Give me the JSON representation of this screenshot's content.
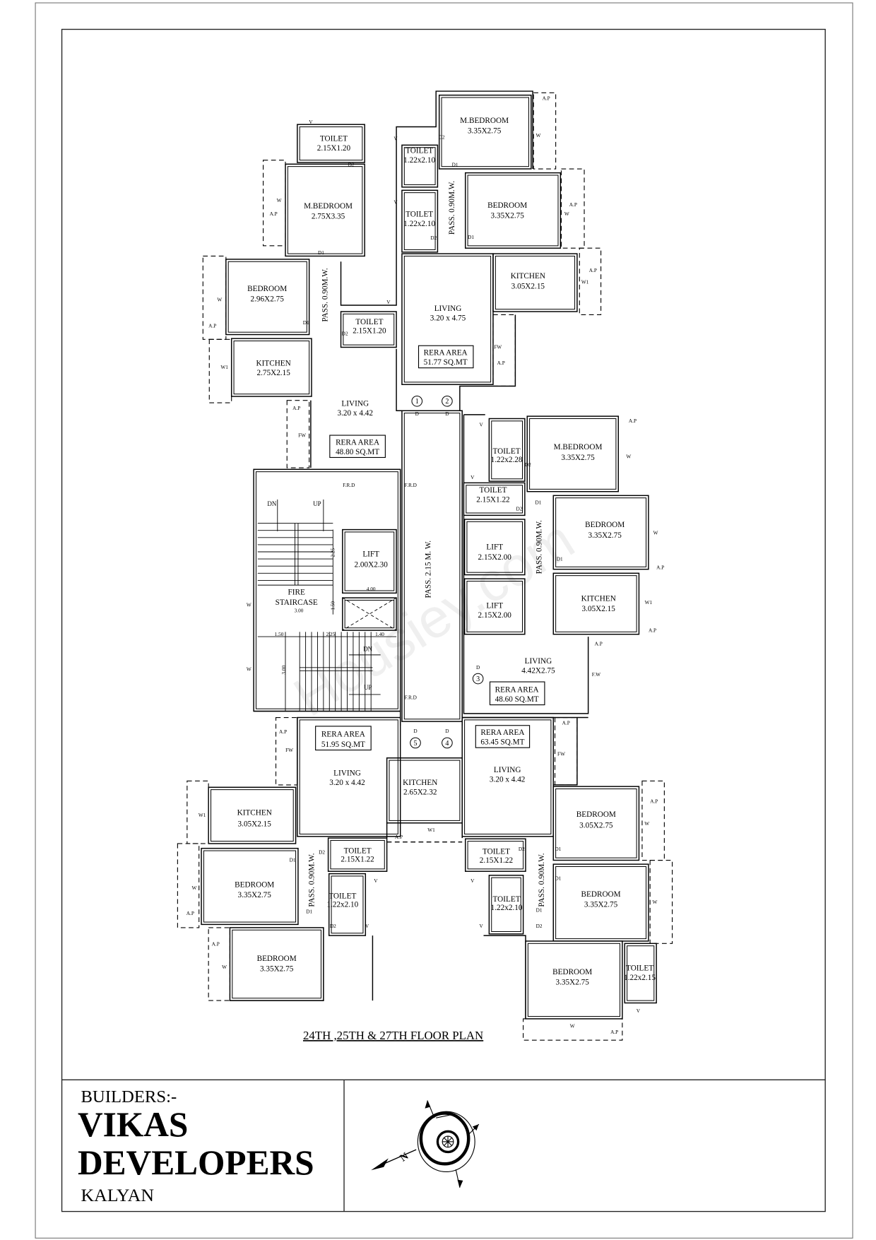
{
  "floor_title": "24TH ,25TH & 27TH FLOOR PLAN",
  "builders_label": "BUILDERS:-",
  "builder_name_line1": "VIKAS",
  "builder_name_line2": "DEVELOPERS",
  "builder_city": "KALYAN",
  "watermark": "Housiey.com",
  "compass": {
    "north": "N"
  },
  "marks": {
    "window": "W",
    "window1": "W1",
    "vent": "V",
    "door": "D",
    "door1": "D1",
    "door2": "D2",
    "ap": "A.P",
    "fw": "FW",
    "fw_alt": "F.W",
    "frd": "F.R.D",
    "passage": "PASS. 0.90M.W.",
    "rera_label": "RERA AREA"
  },
  "units": [
    {
      "number": "1",
      "rera": "48.80 SQ.MT",
      "rooms": [
        {
          "name": "TOILET",
          "size": "2.15X1.20"
        },
        {
          "name": "M.BEDROOM",
          "size": "2.75X3.35"
        },
        {
          "name": "BEDROOM",
          "size": "2.96X2.75"
        },
        {
          "name": "KITCHEN",
          "size": "2.75X2.15"
        },
        {
          "name": "TOILET",
          "size": "2.15X1.20"
        },
        {
          "name": "LIVING",
          "size": "3.20 x 4.42"
        }
      ]
    },
    {
      "number": "2",
      "rera": "51.77 SQ.MT",
      "rooms": [
        {
          "name": "M.BEDROOM",
          "size": "3.35X2.75"
        },
        {
          "name": "TOILET",
          "size": "1.22x2.10"
        },
        {
          "name": "TOILET",
          "size": "1.22x2.10"
        },
        {
          "name": "BEDROOM",
          "size": "3.35X2.75"
        },
        {
          "name": "KITCHEN",
          "size": "3.05X2.15"
        },
        {
          "name": "LIVING",
          "size": "3.20 x 4.75"
        }
      ]
    },
    {
      "number": "3",
      "rera": "48.60 SQ.MT",
      "rooms": [
        {
          "name": "TOILET",
          "size": "1.22x2.28"
        },
        {
          "name": "M.BEDROOM",
          "size": "3.35X2.75"
        },
        {
          "name": "TOILET",
          "size": "2.15X1.22"
        },
        {
          "name": "BEDROOM",
          "size": "3.35X2.75"
        },
        {
          "name": "KITCHEN",
          "size": "3.05X2.15"
        },
        {
          "name": "LIVING",
          "size": "4.42X2.75"
        }
      ]
    },
    {
      "number": "4",
      "rera": "63.45 SQ.MT",
      "rooms": [
        {
          "name": "KITCHEN",
          "size": "2.65X2.32"
        },
        {
          "name": "LIVING",
          "size": "3.20 x 4.42"
        },
        {
          "name": "TOILET",
          "size": "2.15X1.22"
        },
        {
          "name": "TOILET",
          "size": "1.22x2.10"
        },
        {
          "name": "BEDROOM",
          "size": "3.05X2.75"
        },
        {
          "name": "BEDROOM",
          "size": "3.35X2.75"
        },
        {
          "name": "BEDROOM",
          "size": "3.35X2.75"
        },
        {
          "name": "TOILET",
          "size": "1.22x2.15"
        }
      ]
    },
    {
      "number": "5",
      "rera": "51.95 SQ.MT",
      "rooms": [
        {
          "name": "LIVING",
          "size": "3.20 x 4.42"
        },
        {
          "name": "KITCHEN",
          "size": "3.05X2.15"
        },
        {
          "name": "BEDROOM",
          "size": "3.35X2.75"
        },
        {
          "name": "BEDROOM",
          "size": "3.35X2.75"
        },
        {
          "name": "TOILET",
          "size": "2.15X1.22"
        },
        {
          "name": "TOILET",
          "size": "1.22x2.10"
        }
      ]
    }
  ],
  "core": {
    "corridor": "PASS. 2.15 M. W.",
    "lift_main": {
      "name": "LIFT",
      "size": "2.00X2.30",
      "width_dim": "4.00"
    },
    "lifts": [
      {
        "name": "LIFT",
        "size": "2.15X2.00"
      },
      {
        "name": "LIFT",
        "size": "2.15X2.00"
      }
    ],
    "fire_staircase": {
      "line1": "FIRE",
      "line2": "STAIRCASE",
      "dn": "DN",
      "up": "UP",
      "dims": [
        "3.00",
        "2.25",
        "1.50",
        "1.50",
        "2.25",
        "1.40",
        "3.00"
      ]
    }
  }
}
